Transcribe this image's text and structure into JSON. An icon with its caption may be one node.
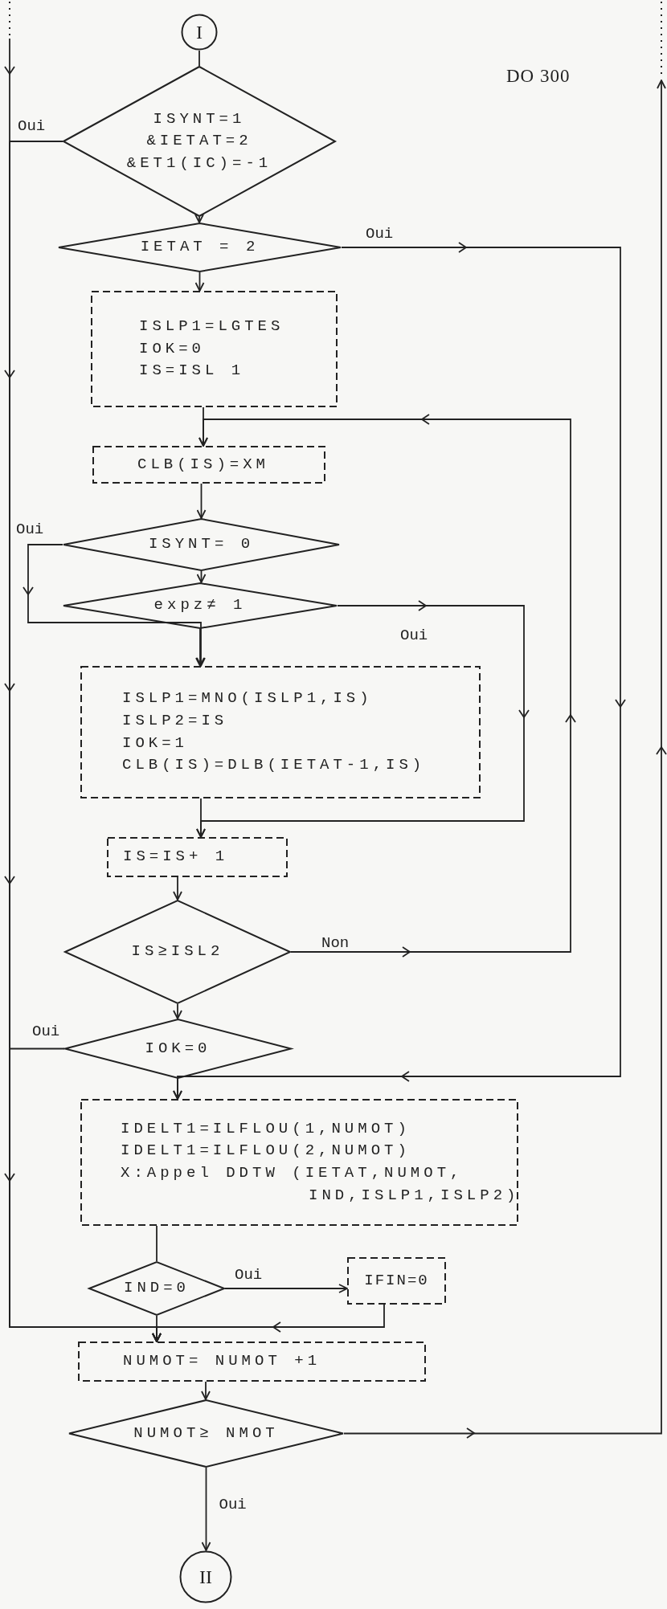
{
  "diagram": {
    "nodes": [
      {
        "text": [
          "I"
        ]
      },
      {
        "text": [
          "ISYNT=1 &IETAT=2 &ET1(IC)=-1"
        ]
      },
      {
        "text": [
          "IETAT = 2"
        ]
      },
      {
        "text": [
          "ISLP1=LGTES",
          "IOK=0",
          "IS=ISL 1"
        ]
      },
      {
        "text": [
          "CLB(IS)=XM"
        ]
      },
      {
        "text": [
          "ISYNT= 0"
        ]
      },
      {
        "text": [
          "expz≠ 1"
        ]
      },
      {
        "text": [
          "ISLP1=MNO(ISLP1,IS)",
          "ISLP2=IS",
          "IOK=1",
          "CLB(IS)=DLB(IETAT-1,IS)"
        ]
      },
      {
        "text": [
          "IS=IS+ 1"
        ]
      },
      {
        "text": [
          "IS≥ISL2"
        ]
      },
      {
        "text": [
          "IOK=0"
        ]
      },
      {
        "text": [
          "IDELT1=ILFLOU(1,NUMOT)",
          "IDELT1=ILFLOU(2,NUMOT)",
          "X:Appel DDTW (IETAT,NUMOT, IND,ISLP1,ISLP2)"
        ]
      },
      {
        "text": [
          "IND=0"
        ]
      },
      {
        "text": [
          "IFIN=0"
        ]
      },
      {
        "text": [
          "NUMOT= NUMOT +1"
        ]
      },
      {
        "text": [
          "NUMOT≥ NMOT"
        ]
      },
      {
        "text": [
          "II"
        ]
      }
    ],
    "edges": [
      {
        "from": 0,
        "to": 1,
        "arrow": "none"
      },
      {
        "from": 1,
        "to": 14,
        "arrow": "to",
        "label": "Oui"
      },
      {
        "from": null,
        "to": 14,
        "arrow": "to"
      },
      {
        "from": 1,
        "to": 2,
        "arrow": "to"
      },
      {
        "from": 2,
        "to": 3,
        "arrow": "to"
      },
      {
        "from": 2,
        "to": 11,
        "arrow": "to",
        "label": "Oui"
      },
      {
        "from": 3,
        "to": 4,
        "arrow": "to"
      },
      {
        "from": 9,
        "to": 4,
        "arrow": "to",
        "label": "Non"
      },
      {
        "from": 4,
        "to": 5,
        "arrow": "to"
      },
      {
        "from": 5,
        "to": 7,
        "arrow": "to",
        "label": "Oui"
      },
      {
        "from": 5,
        "to": 6,
        "arrow": "to"
      },
      {
        "from": 6,
        "to": 8,
        "arrow": "to",
        "label": "Oui"
      },
      {
        "from": 6,
        "to": 7,
        "arrow": "to"
      },
      {
        "from": 7,
        "to": 8,
        "arrow": "to"
      },
      {
        "from": 8,
        "to": 9,
        "arrow": "to"
      },
      {
        "from": 9,
        "to": 10,
        "arrow": "to"
      },
      {
        "from": 10,
        "to": 14,
        "arrow": "to",
        "label": "Oui"
      },
      {
        "from": 10,
        "to": 11,
        "arrow": "to"
      },
      {
        "from": 11,
        "to": 12,
        "arrow": "none"
      },
      {
        "from": 12,
        "to": 13,
        "arrow": "to",
        "label": "Oui"
      },
      {
        "from": 12,
        "to": 14,
        "arrow": "to"
      },
      {
        "from": 13,
        "to": 14,
        "arrow": "to"
      },
      {
        "from": 14,
        "to": 15,
        "arrow": "to"
      },
      {
        "from": 15,
        "to": null,
        "arrow": "to"
      },
      {
        "from": 15,
        "to": 16,
        "arrow": "to",
        "label": "Oui"
      }
    ],
    "labels": [
      "DO 300"
    ]
  }
}
